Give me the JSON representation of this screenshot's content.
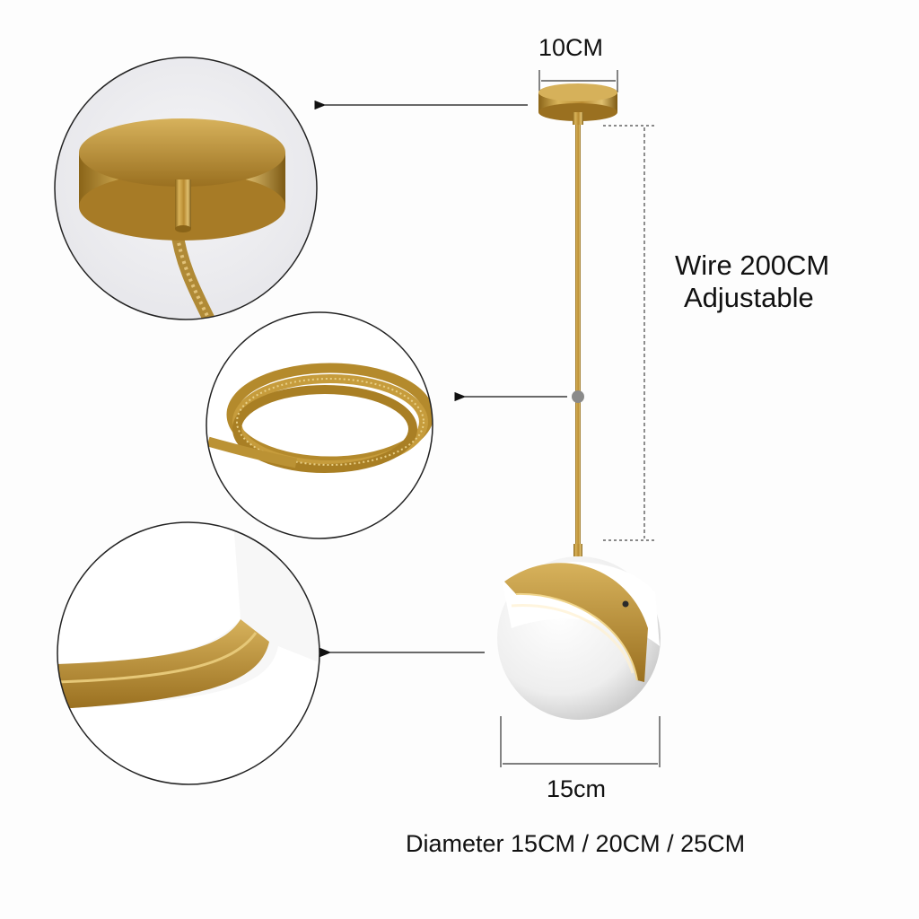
{
  "labels": {
    "canopy_width": "10CM",
    "wire_line1": "Wire 200CM",
    "wire_line2": "Adjustable",
    "globe_width": "15cm",
    "diameter_options": "Diameter 15CM / 20CM / 25CM"
  },
  "colors": {
    "brass": "#c39a3e",
    "brass_dark": "#8a6418",
    "globe_white": "#f4f4f4",
    "background": "#fdfdfd",
    "text": "#111111"
  },
  "detail_views": [
    {
      "id": "canopy-detail",
      "depicts": "brass ceiling canopy"
    },
    {
      "id": "cable-detail",
      "depicts": "coiled braided gold cable"
    },
    {
      "id": "rim-detail",
      "depicts": "brass rim of globe shade"
    }
  ]
}
